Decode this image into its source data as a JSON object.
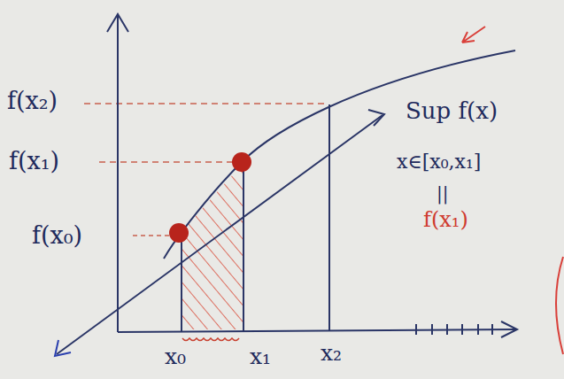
{
  "diagram": {
    "labels": [
      "f(x₂)",
      "f(x₁)",
      "f(x₀)",
      "x₀",
      "x₁",
      "x₂",
      "Sup f(x)",
      "x∈[x₀,x₁]",
      "||",
      "f(x₁)"
    ]
  }
}
